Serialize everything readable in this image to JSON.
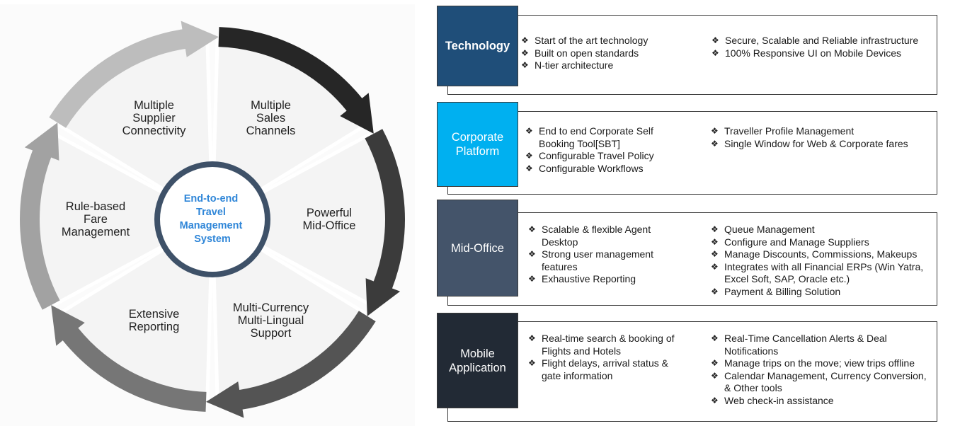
{
  "diagram": {
    "center_lines": [
      "End-to-end",
      "Travel",
      "Management",
      "System"
    ],
    "segments": [
      {
        "id": "sales-channels",
        "lines": [
          "Multiple",
          "Sales",
          "Channels"
        ],
        "arrow_color": "#262626"
      },
      {
        "id": "mid-office",
        "lines": [
          "Powerful",
          "Mid-Office"
        ],
        "arrow_color": "#3b3b3b"
      },
      {
        "id": "multi-currency",
        "lines": [
          "Multi-Currency",
          "Multi-Lingual",
          "Support"
        ],
        "arrow_color": "#545454"
      },
      {
        "id": "reporting",
        "lines": [
          "Extensive",
          "Reporting"
        ],
        "arrow_color": "#767676"
      },
      {
        "id": "fare-management",
        "lines": [
          "Rule-based",
          "Fare",
          "Management"
        ],
        "arrow_color": "#a2a2a2"
      },
      {
        "id": "supplier-connectivity",
        "lines": [
          "Multiple",
          "Supplier",
          "Connectivity"
        ],
        "arrow_color": "#bdbdbd"
      }
    ],
    "wedge_fill": "#f4f4f4",
    "center_ring_color": "#3e5168",
    "center_text_color": "#2f86d8"
  },
  "panels": [
    {
      "id": "technology",
      "title": "Technology",
      "header_color": "#1f4e79",
      "bold": true,
      "left_items": [
        "Start of the art technology",
        "Built on open standards",
        "N-tier architecture"
      ],
      "right_items": [
        "Secure, Scalable and Reliable infrastructure",
        "100% Responsive UI on Mobile Devices"
      ]
    },
    {
      "id": "corporate-platform",
      "title": "Corporate\nPlatform",
      "header_color": "#00b0f0",
      "bold": false,
      "left_items": [
        "End to end Corporate Self Booking Tool[SBT]",
        "Configurable Travel Policy",
        "Configurable Workflows"
      ],
      "right_items": [
        "Traveller Profile Management",
        "Single Window for Web & Corporate fares"
      ]
    },
    {
      "id": "mid-office",
      "title": "Mid-Office",
      "header_color": "#44546a",
      "bold": false,
      "left_items": [
        "Scalable & flexible Agent Desktop",
        "Strong user management features",
        "Exhaustive Reporting"
      ],
      "right_items": [
        "Queue Management",
        "Configure and Manage Suppliers",
        "Manage Discounts, Commissions, Makeups",
        "Integrates with all Financial ERPs (Win Yatra, Excel Soft, SAP, Oracle etc.)",
        "Payment & Billing Solution"
      ]
    },
    {
      "id": "mobile-application",
      "title": "Mobile\nApplication",
      "header_color": "#222a35",
      "bold": false,
      "left_items": [
        "Real-time search & booking of Flights and Hotels",
        "Flight delays, arrival status & gate information"
      ],
      "right_items": [
        "Real-Time Cancellation Alerts & Deal Notifications",
        "Manage trips on the move; view trips offline",
        "Calendar Management, Currency Conversion, & Other tools",
        "Web check-in assistance"
      ]
    }
  ]
}
